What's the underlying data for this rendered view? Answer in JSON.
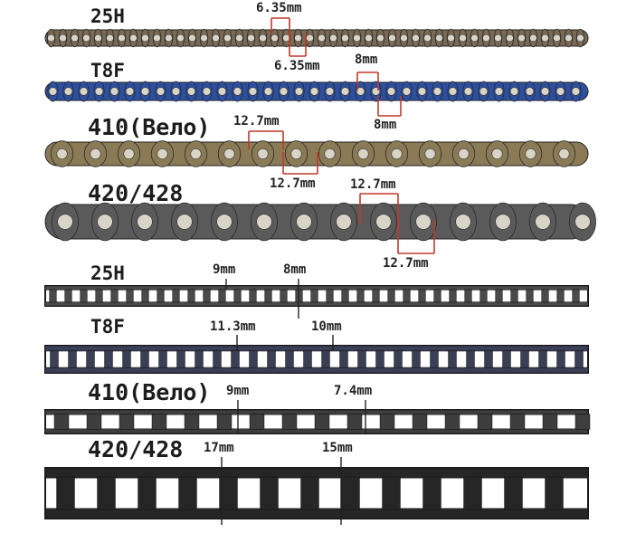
{
  "photo": {
    "top_section": [
      {
        "label": "25H",
        "measure_top": "6.35mm",
        "measure_bottom": "6.35mm"
      },
      {
        "label": "T8F",
        "measure_top": "8mm",
        "measure_bottom": "8mm"
      },
      {
        "label": "410(Вело)",
        "measure_top": "12.7mm",
        "measure_bottom": "12.7mm"
      },
      {
        "label": "420/428",
        "measure_top": "12.7mm",
        "measure_bottom": "12.7mm"
      }
    ],
    "bottom_section": [
      {
        "label": "25H",
        "measure_left": "9mm",
        "measure_right": "8mm"
      },
      {
        "label": "T8F",
        "measure_left": "11.3mm",
        "measure_right": "10mm"
      },
      {
        "label": "410(Вело)",
        "measure_left": "9mm",
        "measure_right": "7.4mm"
      },
      {
        "label": "420/428",
        "measure_left": "17mm",
        "measure_right": "15mm"
      }
    ]
  },
  "colors": {
    "chain_25h": "#7a6a55",
    "chain_t8f": "#2c4fa0",
    "chain_410": "#8a7a55",
    "chain_420": "#5a5a5a",
    "marker": "#c0392b"
  }
}
